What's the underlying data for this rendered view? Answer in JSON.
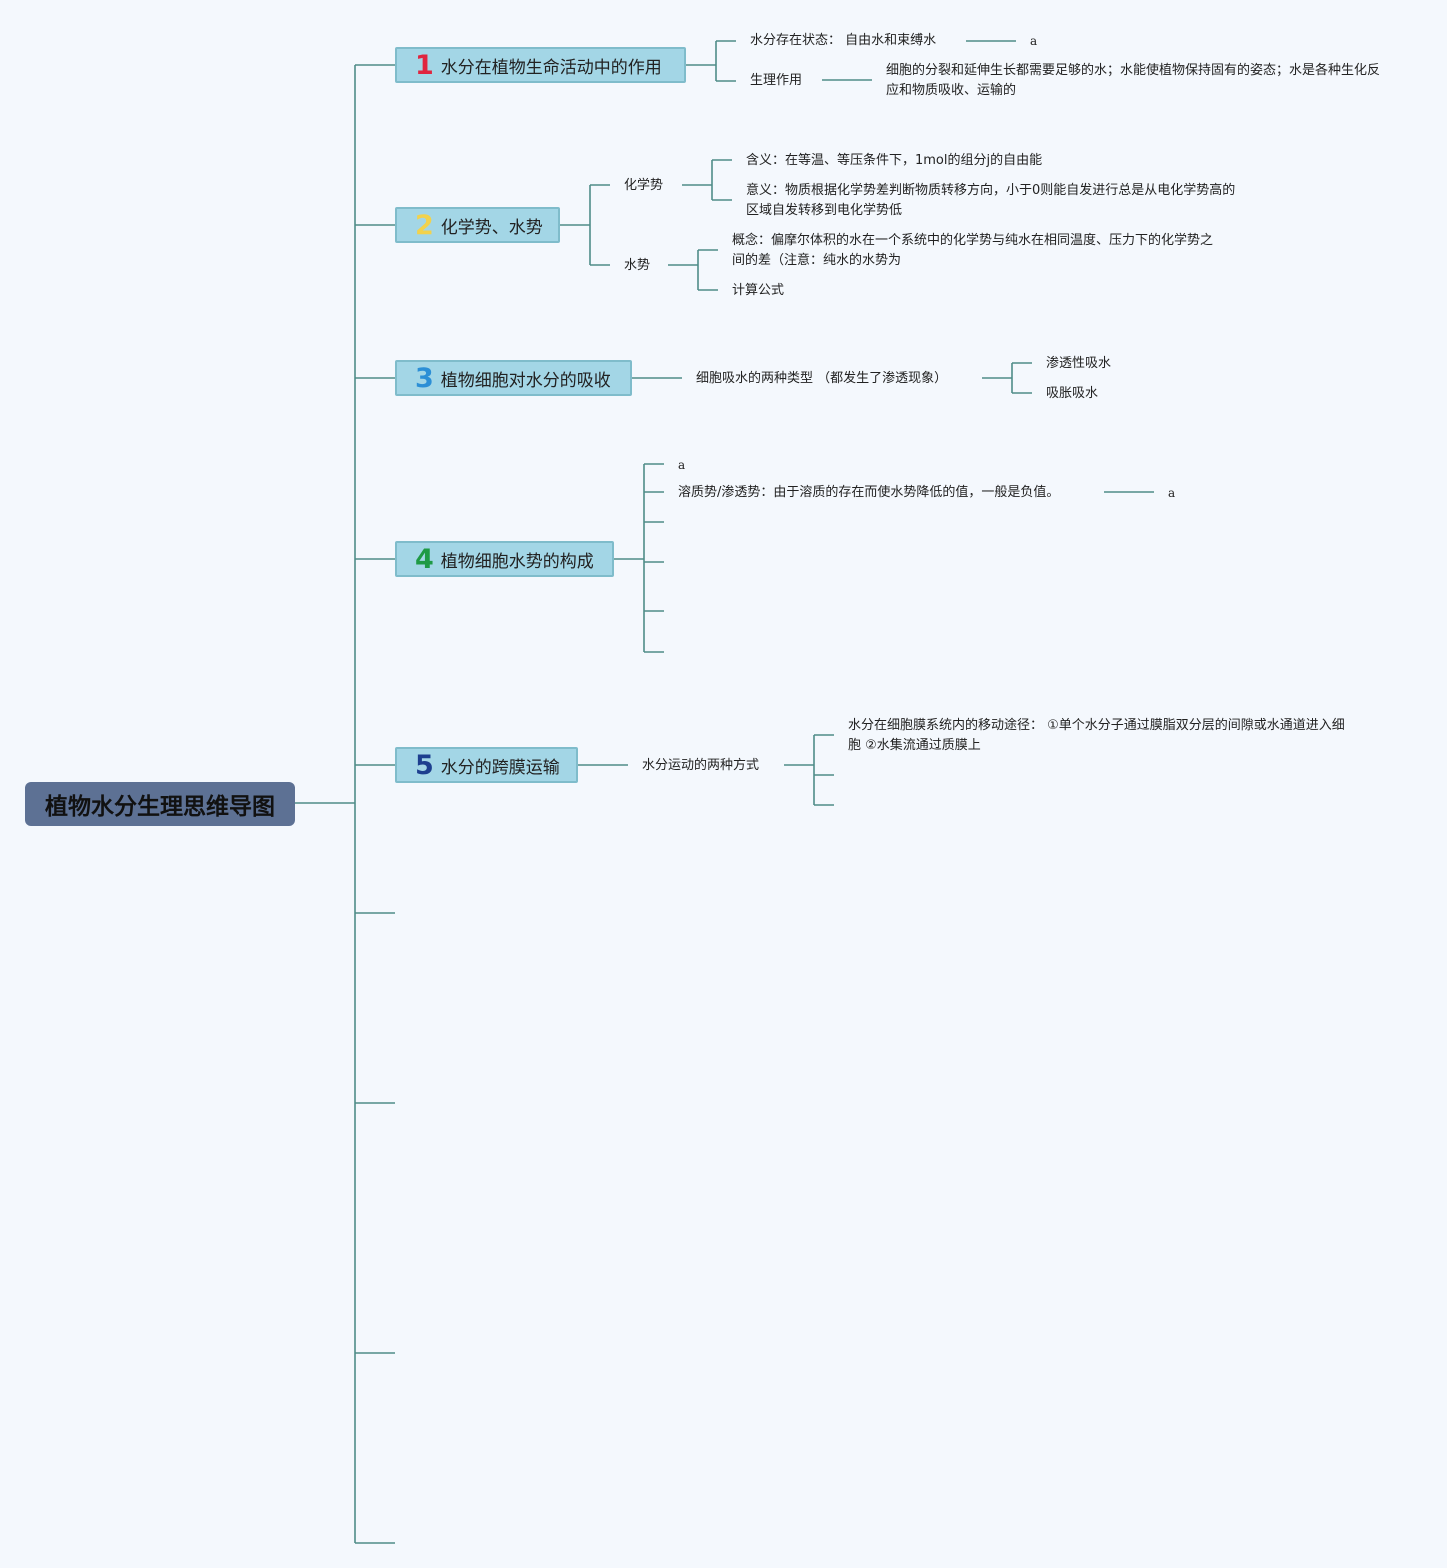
{
  "root": {
    "title": "植物水分生理思维导图"
  },
  "topics": [
    {
      "num": "1",
      "color": "#e0253f",
      "label": "水分在植物生命活动中的作用"
    },
    {
      "num": "2",
      "color": "#f2d24c",
      "label": "化学势、水势"
    },
    {
      "num": "3",
      "color": "#2c8fd6",
      "label": "植物细胞对水分的吸收"
    },
    {
      "num": "4",
      "color": "#1f9a45",
      "label": "植物细胞水势的构成"
    },
    {
      "num": "5",
      "color": "#1d3f8f",
      "label": "水分的跨膜运输"
    }
  ],
  "t1": {
    "state": "水分存在状态： 自由水和束缚水",
    "state_leaf": "a",
    "role": "生理作用",
    "role_detail": "细胞的分裂和延伸生长都需要足够的水；水能使植物保持固有的姿态；水是各种生化反应和物质吸收、运输的"
  },
  "t2": {
    "chem": "化学势",
    "chem_meaning": "含义：在等温、等压条件下，1mol的组分j的自由能",
    "chem_significance": "意义：物质根据化学势差判断物质转移方向，小于0则能自发进行总是从电化学势高的区域自发转移到电化学势低",
    "water": "水势",
    "water_concept": "概念：偏摩尔体积的水在一个系统中的化学势与纯水在相同温度、压力下的化学势之间的差（注意：纯水的水势为",
    "water_formula": "计算公式"
  },
  "t3": {
    "types": "细胞吸水的两种类型 （都发生了渗透现象）",
    "osmotic": "渗透性吸水",
    "imbibition": "吸胀吸水"
  },
  "t4": {
    "a": "a",
    "solute": "溶质势/渗透势：由于溶质的存在而使水势降低的值，一般是负值。",
    "solute_leaf": "a"
  },
  "t5": {
    "ways": "水分运动的两种方式",
    "membrane": "水分在细胞膜系统内的移动途径： ①单个水分子通过膜脂双分层的间隙或水通道进入细胞 ②水集流通过质膜上"
  }
}
